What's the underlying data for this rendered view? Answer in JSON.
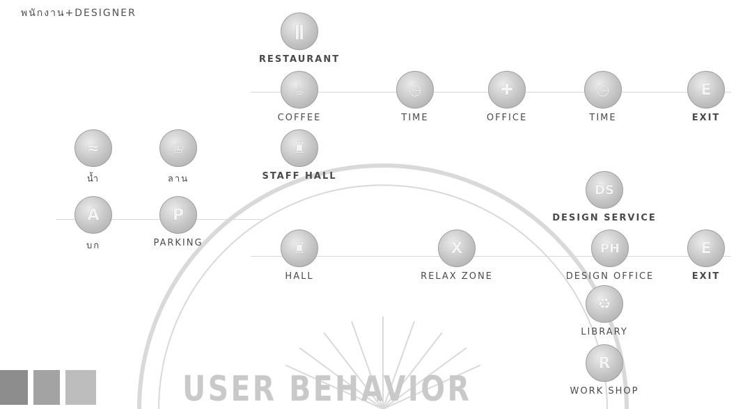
{
  "title": "พนักงาน+DESIGNER",
  "heading": "USER BEHAVIOR",
  "nodes": [
    {
      "id": "restaurant",
      "label": "RESTAURANT",
      "icon": "utensils-icon",
      "glyph": "ǁ"
    },
    {
      "id": "coffee",
      "label": "COFFEE",
      "icon": "coffee-cup-icon",
      "glyph": "☕"
    },
    {
      "id": "time-1",
      "label": "TIME",
      "icon": "clock-icon",
      "glyph": "◷"
    },
    {
      "id": "office",
      "label": "OFFICE",
      "icon": "office-icon",
      "glyph": "✚"
    },
    {
      "id": "time-2",
      "label": "TIME",
      "icon": "clock-icon",
      "glyph": "◷"
    },
    {
      "id": "exit-1",
      "label": "EXIT",
      "icon": "exit-icon",
      "glyph": "E"
    },
    {
      "id": "water",
      "label": "น้ำ",
      "icon": "water-icon",
      "glyph": "≈"
    },
    {
      "id": "work",
      "label": "ลาน",
      "icon": "plaza-icon",
      "glyph": "♔"
    },
    {
      "id": "staff-hall",
      "label": "STAFF HALL",
      "icon": "staff-hall-icon",
      "glyph": "♜"
    },
    {
      "id": "design-service",
      "label": "DESIGN SERVICE",
      "icon": "design-service-icon",
      "glyph": "DS"
    },
    {
      "id": "parking-a",
      "label": "บก",
      "icon": "letter-a-icon",
      "glyph": "A"
    },
    {
      "id": "parking",
      "label": "PARKING",
      "icon": "parking-icon",
      "glyph": "P"
    },
    {
      "id": "hall",
      "label": "HALL",
      "icon": "hall-icon",
      "glyph": "♜"
    },
    {
      "id": "relax-zone",
      "label": "RELAX ZONE",
      "icon": "relax-icon",
      "glyph": "X"
    },
    {
      "id": "design-office",
      "label": "DESIGN OFFICE",
      "icon": "design-office-icon",
      "glyph": "PH"
    },
    {
      "id": "exit-2",
      "label": "EXIT",
      "icon": "exit-icon",
      "glyph": "E"
    },
    {
      "id": "library",
      "label": "LIBRARY",
      "icon": "library-icon",
      "glyph": "♻"
    },
    {
      "id": "work-shop",
      "label": "WORK SHOP",
      "icon": "workshop-icon",
      "glyph": "R"
    }
  ],
  "colors": {
    "icon": "#bdbdbd",
    "text": "#4a4a4a",
    "line": "#d8d8d8",
    "seal": "#dadada"
  }
}
